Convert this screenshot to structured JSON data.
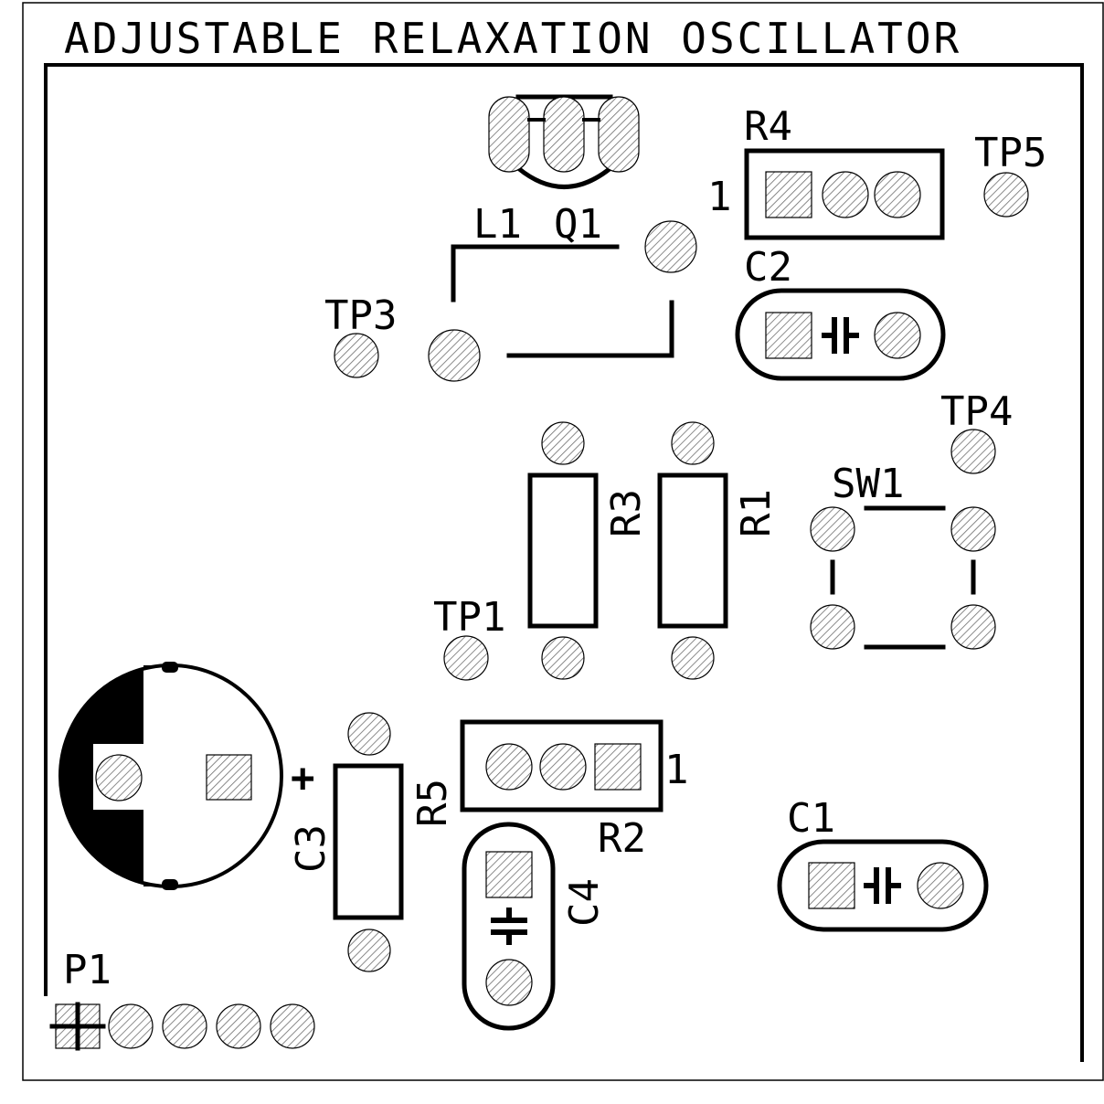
{
  "title": "ADJUSTABLE RELAXATION OSCILLATOR",
  "labels": {
    "r4": "R4",
    "r4_pin1": "1",
    "tp5": "TP5",
    "l1": "L1",
    "q1": "Q1",
    "c2": "C2",
    "tp3": "TP3",
    "tp4": "TP4",
    "sw1": "SW1",
    "r3": "R3",
    "r1": "R1",
    "tp1": "TP1",
    "c3_plus": "+",
    "c3": "C3",
    "r5": "R5",
    "r2_pin1": "1",
    "r2": "R2",
    "c4": "C4",
    "c1": "C1",
    "p1": "P1"
  },
  "colors": {
    "ink": "#000000",
    "background": "#ffffff",
    "pad_hatch": "#6e6e6e"
  }
}
